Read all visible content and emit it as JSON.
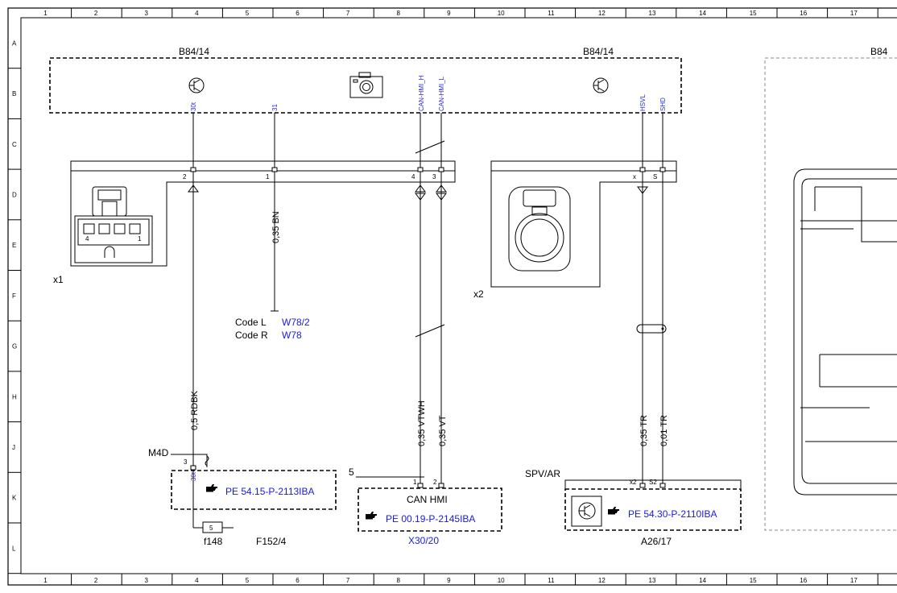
{
  "frame": {
    "columns": [
      "1",
      "2",
      "3",
      "4",
      "5",
      "6",
      "7",
      "8",
      "9",
      "10",
      "11",
      "12",
      "13",
      "14",
      "15",
      "16",
      "17"
    ],
    "rows": [
      "A",
      "B",
      "C",
      "D",
      "E",
      "F",
      "G",
      "H",
      "J",
      "K",
      "L"
    ]
  },
  "components": {
    "b84_left": "B84/14",
    "b84_right": "B84/14",
    "b84_far": "B84",
    "x1": "x1",
    "x2": "x2",
    "m4d": "M4D",
    "f148": "f148",
    "f152": "F152/4",
    "x3020": "X30/20",
    "a2617": "A26/17",
    "spvar": "SPV/AR",
    "can_hmi": "CAN HMI",
    "num5": "5"
  },
  "signals": {
    "s30t": "30t",
    "s31": "31",
    "can_h": "CAN-HMI_H",
    "can_l": "CAN-HMI_L",
    "hsvl": "HSVL",
    "shd": "SHD",
    "m4d_pin": "30t"
  },
  "pins": {
    "x1_2": "2",
    "x1_1": "1",
    "x1_4": "4",
    "x1_3": "3",
    "x2_x": "x",
    "x2_s": "S",
    "conn_4": "4",
    "conn_1": "1",
    "m4d_3": "3",
    "f148_5": "5",
    "can_1": "1",
    "can_2": "2",
    "a26_x2": "x2",
    "a26_s2": "S2"
  },
  "wires": {
    "w1": "0,5 RDBK",
    "w2": "0,35 BN",
    "w3": "0,35 VTWH",
    "w4": "0,35 VT",
    "w5": "0,35 TR",
    "w6": "0,01 TR"
  },
  "codes": {
    "code_l_label": "Code L",
    "code_l_ref": "W78/2",
    "code_r_label": "Code R",
    "code_r_ref": "W78"
  },
  "references": {
    "ref1": "PE 54.15-P-2113IBA",
    "ref2": "PE 00.19-P-2145IBA",
    "ref3": "PE 54.30-P-2110IBA"
  }
}
